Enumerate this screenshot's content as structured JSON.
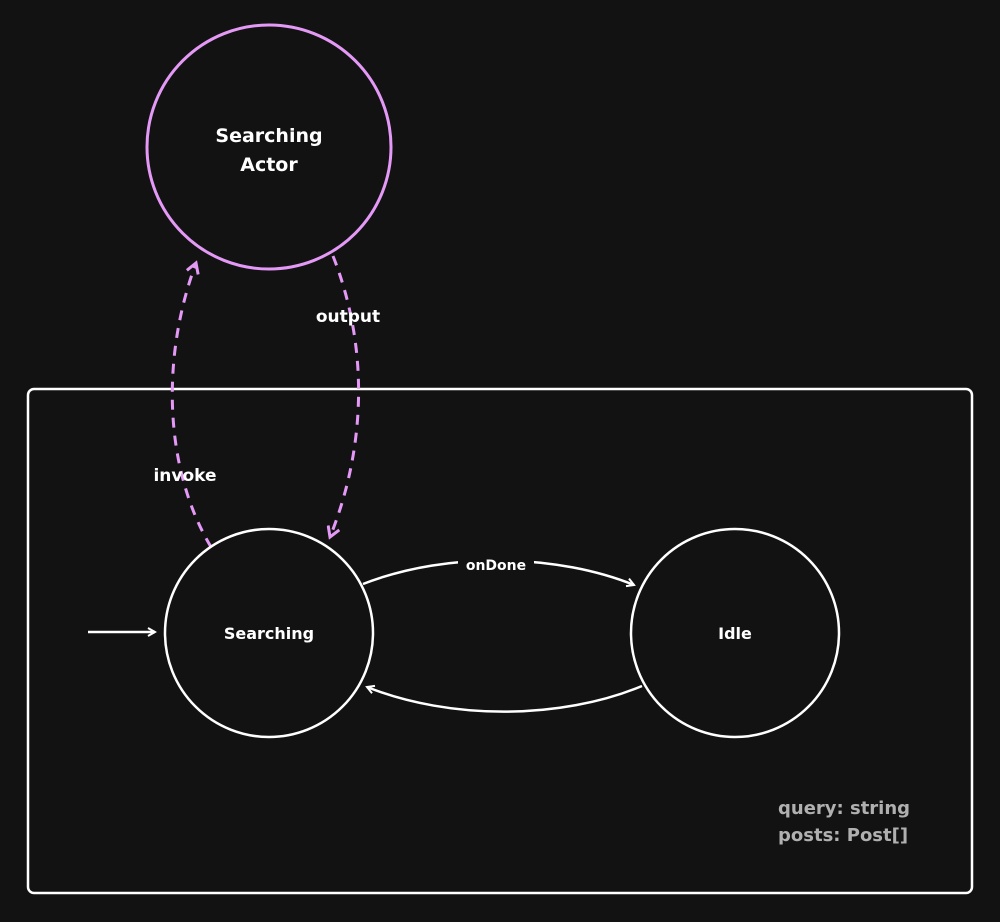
{
  "colors": {
    "background": "#121212",
    "stroke": "#ffffff",
    "actor": "#e599f7",
    "context_text": "#b0b0b0"
  },
  "actor": {
    "line1": "Searching",
    "line2": "Actor"
  },
  "states": {
    "searching": "Searching",
    "idle": "Idle"
  },
  "transitions": {
    "invoke": "invoke",
    "output": "output",
    "on_done": "onDone"
  },
  "context": {
    "line1": "query: string",
    "line2": "posts: Post[]"
  }
}
